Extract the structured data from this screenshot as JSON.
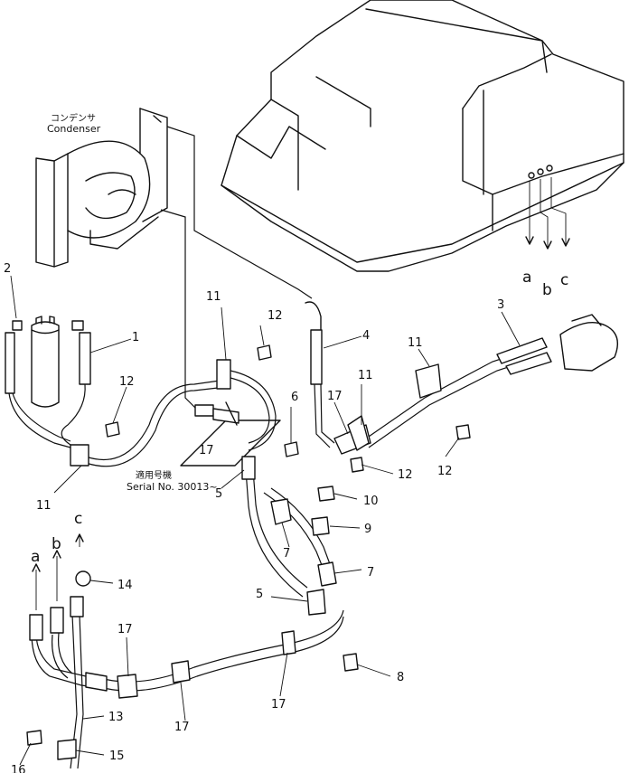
{
  "condenser": {
    "jp": "コンデンサ",
    "en": "Condenser"
  },
  "serial": {
    "jp": "適用号機",
    "en": "Serial No. 30013~"
  },
  "callouts": {
    "n1": "1",
    "n2": "2",
    "n3": "3",
    "n4": "4",
    "n5a": "5",
    "n5b": "5",
    "n6": "6",
    "n7a": "7",
    "n7b": "7",
    "n8": "8",
    "n9": "9",
    "n10": "10",
    "n11a": "11",
    "n11b": "11",
    "n11c": "11",
    "n11d": "11",
    "n12a": "12",
    "n12b": "12",
    "n12c": "12",
    "n12d": "12",
    "n13": "13",
    "n14": "14",
    "n15": "15",
    "n16": "16",
    "n17a": "17",
    "n17b": "17",
    "n17c": "17",
    "n17d": "17",
    "n17e": "17"
  },
  "connections": {
    "a_top": "a",
    "b_top": "b",
    "c_top": "c",
    "a_bottom": "a",
    "b_bottom": "b",
    "c_bottom": "c"
  }
}
